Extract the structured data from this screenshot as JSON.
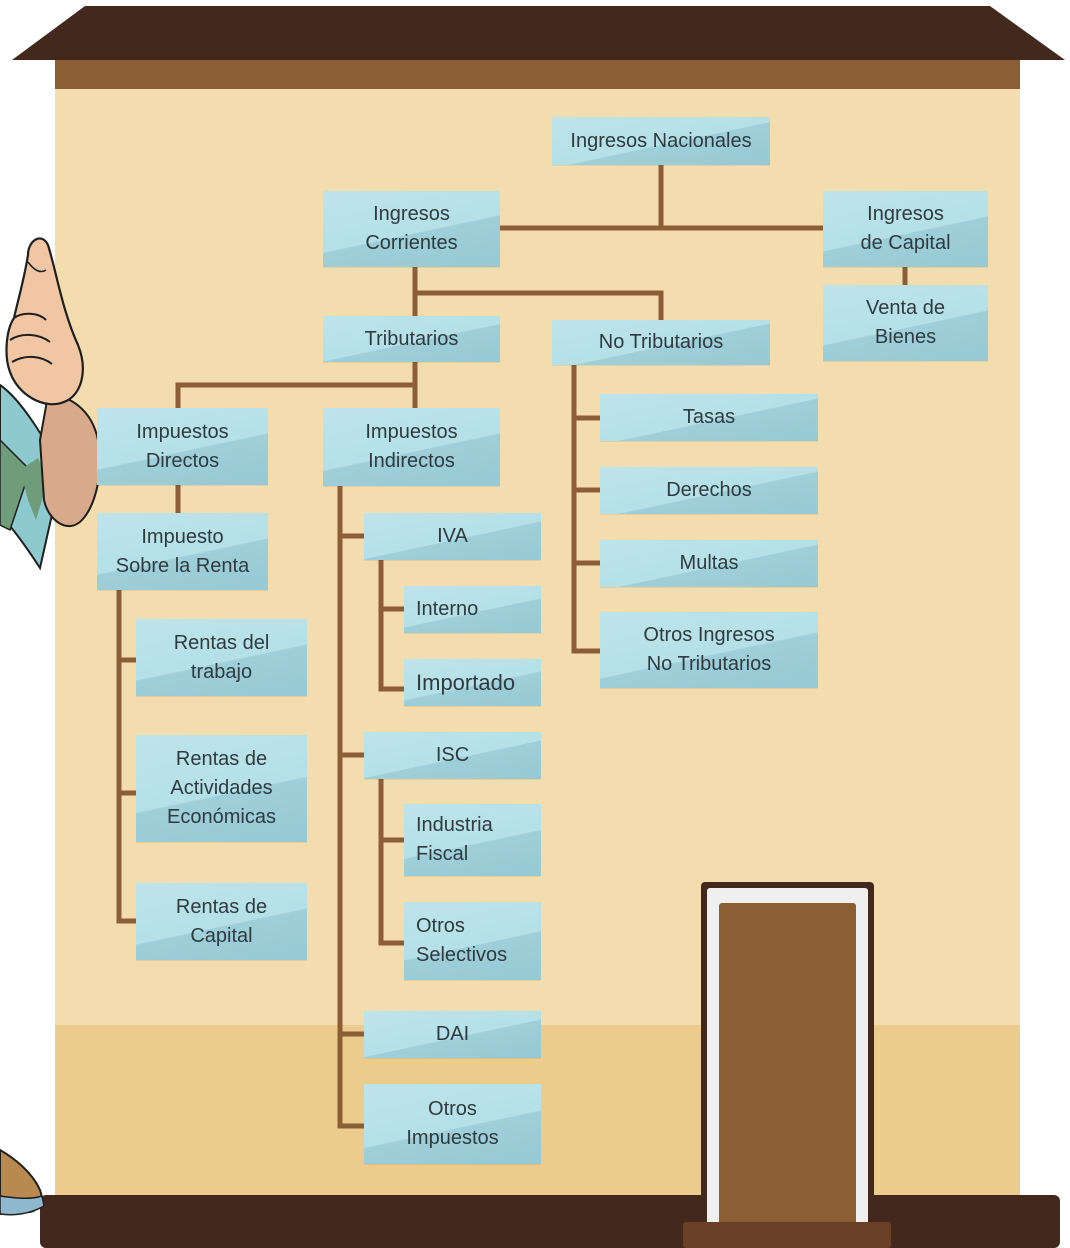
{
  "colors": {
    "wall": "#f3dcae",
    "wall_lower": "#ebcb8e",
    "roof": "#43291d",
    "roof_band": "#8c5e36",
    "connector": "#8c5e36",
    "node_light": "#b9e2e8",
    "node_dark": "#9fcfd9",
    "door": "#8c5e36",
    "door_frame": "#f0f0f0",
    "door_outline": "#43291d"
  },
  "diagram": {
    "nodes": {
      "ingresos_nacionales": "Ingresos Nacionales",
      "ingresos_corrientes": "Ingresos\nCorrientes",
      "ingresos_capital": "Ingresos\nde Capital",
      "venta_bienes": "Venta de\nBienes",
      "tributarios": "Tributarios",
      "no_tributarios": "No Tributarios",
      "impuestos_directos": "Impuestos\nDirectos",
      "impuestos_indirectos": "Impuestos\nIndirectos",
      "tasas": "Tasas",
      "derechos": "Derechos",
      "multas": "Multas",
      "otros_ingresos_no_tributarios": "Otros Ingresos\nNo Tributarios",
      "impuesto_renta": "Impuesto\nSobre la Renta",
      "rentas_trabajo": "Rentas del\ntrabajo",
      "rentas_actividades": "Rentas de\nActividades\nEconómicas",
      "rentas_capital": "Rentas de\nCapital",
      "iva": "IVA",
      "interno": "Interno",
      "importado": "Importado",
      "isc": "ISC",
      "industria_fiscal": "Industria\nFiscal",
      "otros_selectivos": "Otros\nSelectivos",
      "dai": "DAI",
      "otros_impuestos": "Otros\nImpuestos"
    }
  }
}
